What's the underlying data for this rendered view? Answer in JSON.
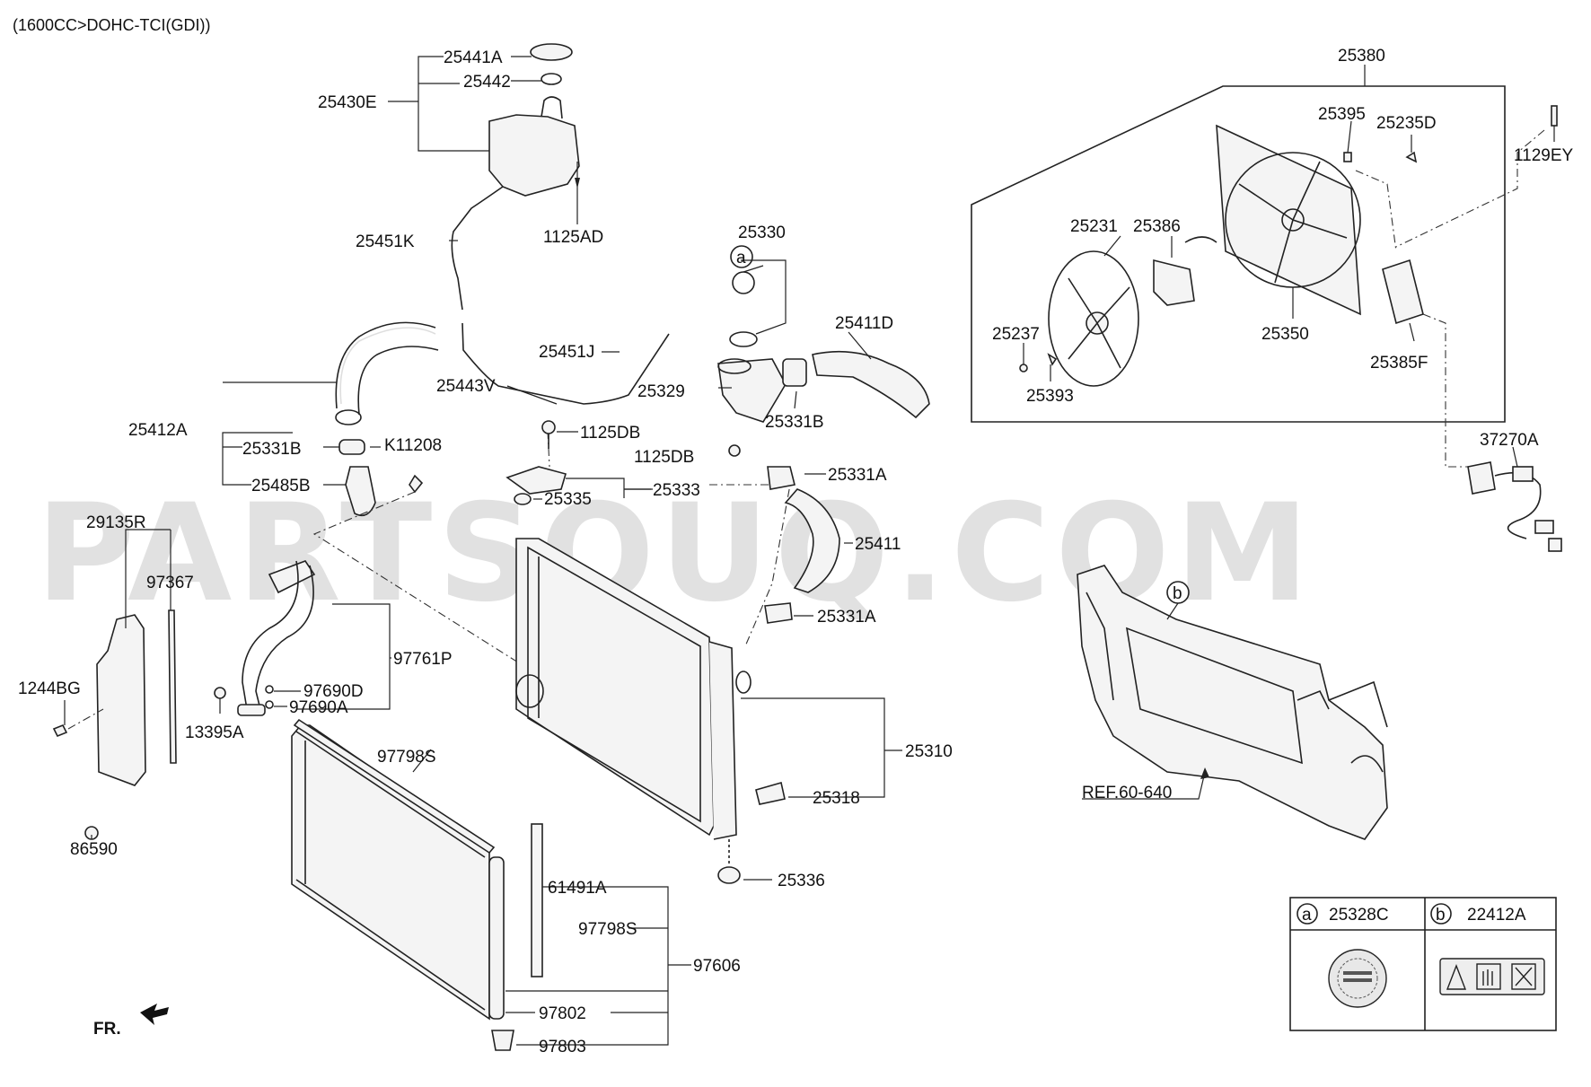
{
  "header": {
    "engine": "(1600CC>DOHC-TCI(GDI))"
  },
  "watermark": "PARTSOUQ.COM",
  "colors": {
    "line": "#222222",
    "watermark": "#c9c9c9"
  },
  "labels": {
    "p25441A": "25441A",
    "p25442": "25442",
    "p25430E": "25430E",
    "p1125AD": "1125AD",
    "p25451K": "25451K",
    "p25330": "25330",
    "p25411D": "25411D",
    "p25451J": "25451J",
    "p25443V": "25443V",
    "p25329": "25329",
    "p25331B_r": "25331B",
    "p25412A": "25412A",
    "p25331B_l": "25331B",
    "pK11208": "K11208",
    "p25485B": "25485B",
    "p1125DB_a": "1125DB",
    "p1125DB_b": "1125DB",
    "p25331A_a": "25331A",
    "p25333": "25333",
    "p25335": "25335",
    "p25411": "25411",
    "p29135R": "29135R",
    "p97367": "97367",
    "p25331A_b": "25331A",
    "p97761P": "97761P",
    "p1244BG": "1244BG",
    "p97690D": "97690D",
    "p97690A": "97690A",
    "p13395A": "13395A",
    "p25310": "25310",
    "p97798S_a": "97798S",
    "p25318": "25318",
    "p86590": "86590",
    "p25336": "25336",
    "p61491A": "61491A",
    "p97798S_b": "97798S",
    "p97606": "97606",
    "p97802": "97802",
    "p97803": "97803",
    "pFR": "FR.",
    "p25380": "25380",
    "p25395": "25395",
    "p25235D": "25235D",
    "p1129EY": "1129EY",
    "p25231": "25231",
    "p25386": "25386",
    "p25237": "25237",
    "p25350": "25350",
    "p25385F": "25385F",
    "p25393": "25393",
    "p37270A": "37270A",
    "pREF": "REF.60-640"
  },
  "callouts": {
    "a": "a",
    "b": "b"
  },
  "legend": [
    {
      "key": "a",
      "part": "25328C"
    },
    {
      "key": "b",
      "part": "22412A"
    }
  ]
}
